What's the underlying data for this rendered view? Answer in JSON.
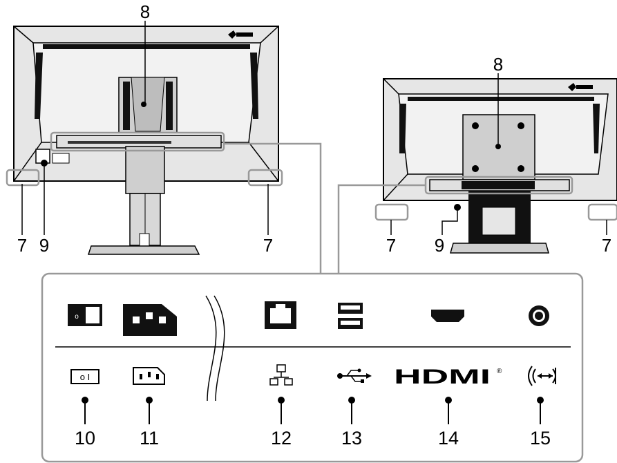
{
  "callouts": {
    "left_stand": "8",
    "left_foot_left": "7",
    "left_lock": "9",
    "left_foot_right": "7",
    "right_stand": "8",
    "right_foot_left": "7",
    "right_lock": "9",
    "right_foot_right": "7"
  },
  "ports": [
    {
      "number": "10",
      "icon": "power-switch-icon"
    },
    {
      "number": "11",
      "icon": "ac-inlet-icon"
    },
    {
      "number": "12",
      "icon": "lan-network-icon"
    },
    {
      "number": "13",
      "icon": "usb-icon"
    },
    {
      "number": "14",
      "icon": "hdmi-icon"
    },
    {
      "number": "15",
      "icon": "audio-out-icon"
    }
  ],
  "labels": {
    "hdmi_logo": "HDMI",
    "hdmi_registered": "®",
    "switch_glyph": "o  I"
  },
  "colors": {
    "ink": "#000000",
    "panel_fill": "#e6e6e6",
    "stand_fill": "#cfcfcf"
  }
}
